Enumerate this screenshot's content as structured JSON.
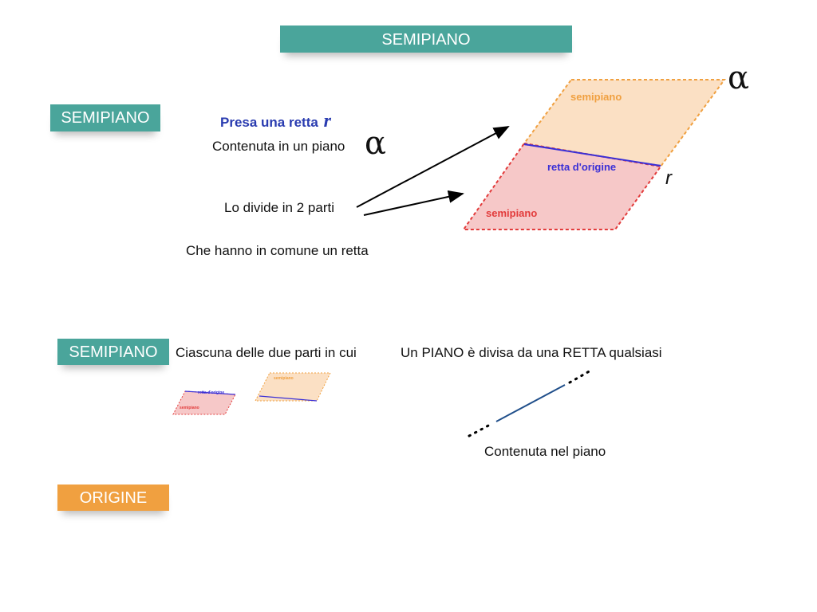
{
  "title": "SEMIPIANO",
  "section1": {
    "badge": "SEMIPIANO",
    "line1_prefix": "Presa una retta",
    "line1_var": "r",
    "line2": "Contenuta in un piano",
    "line2_symbol": "α",
    "line3": "Lo divide in 2 parti",
    "line4": "Che hanno in comune un retta"
  },
  "diagram": {
    "alpha": "α",
    "upper_label": "semipiano",
    "lower_label": "semipiano",
    "line_label": "retta d'origine",
    "r_label": "r",
    "upper_color": "#fbe0c4",
    "upper_stroke": "#f0a040",
    "lower_color": "#f6c8c8",
    "lower_stroke": "#e23b3b",
    "line_color": "#3a2fd6"
  },
  "section2": {
    "badge": "SEMIPIANO",
    "text1": "Ciascuna delle due parti in cui",
    "text2": "Un PIANO è divisa da una RETTA qualsiasi",
    "caption": "Contenuta nel piano",
    "mini_line_label": "retta d'origine",
    "mini_lower_label": "semipiano",
    "mini_upper_label": "semipiano"
  },
  "section3": {
    "badge": "ORIGINE"
  }
}
